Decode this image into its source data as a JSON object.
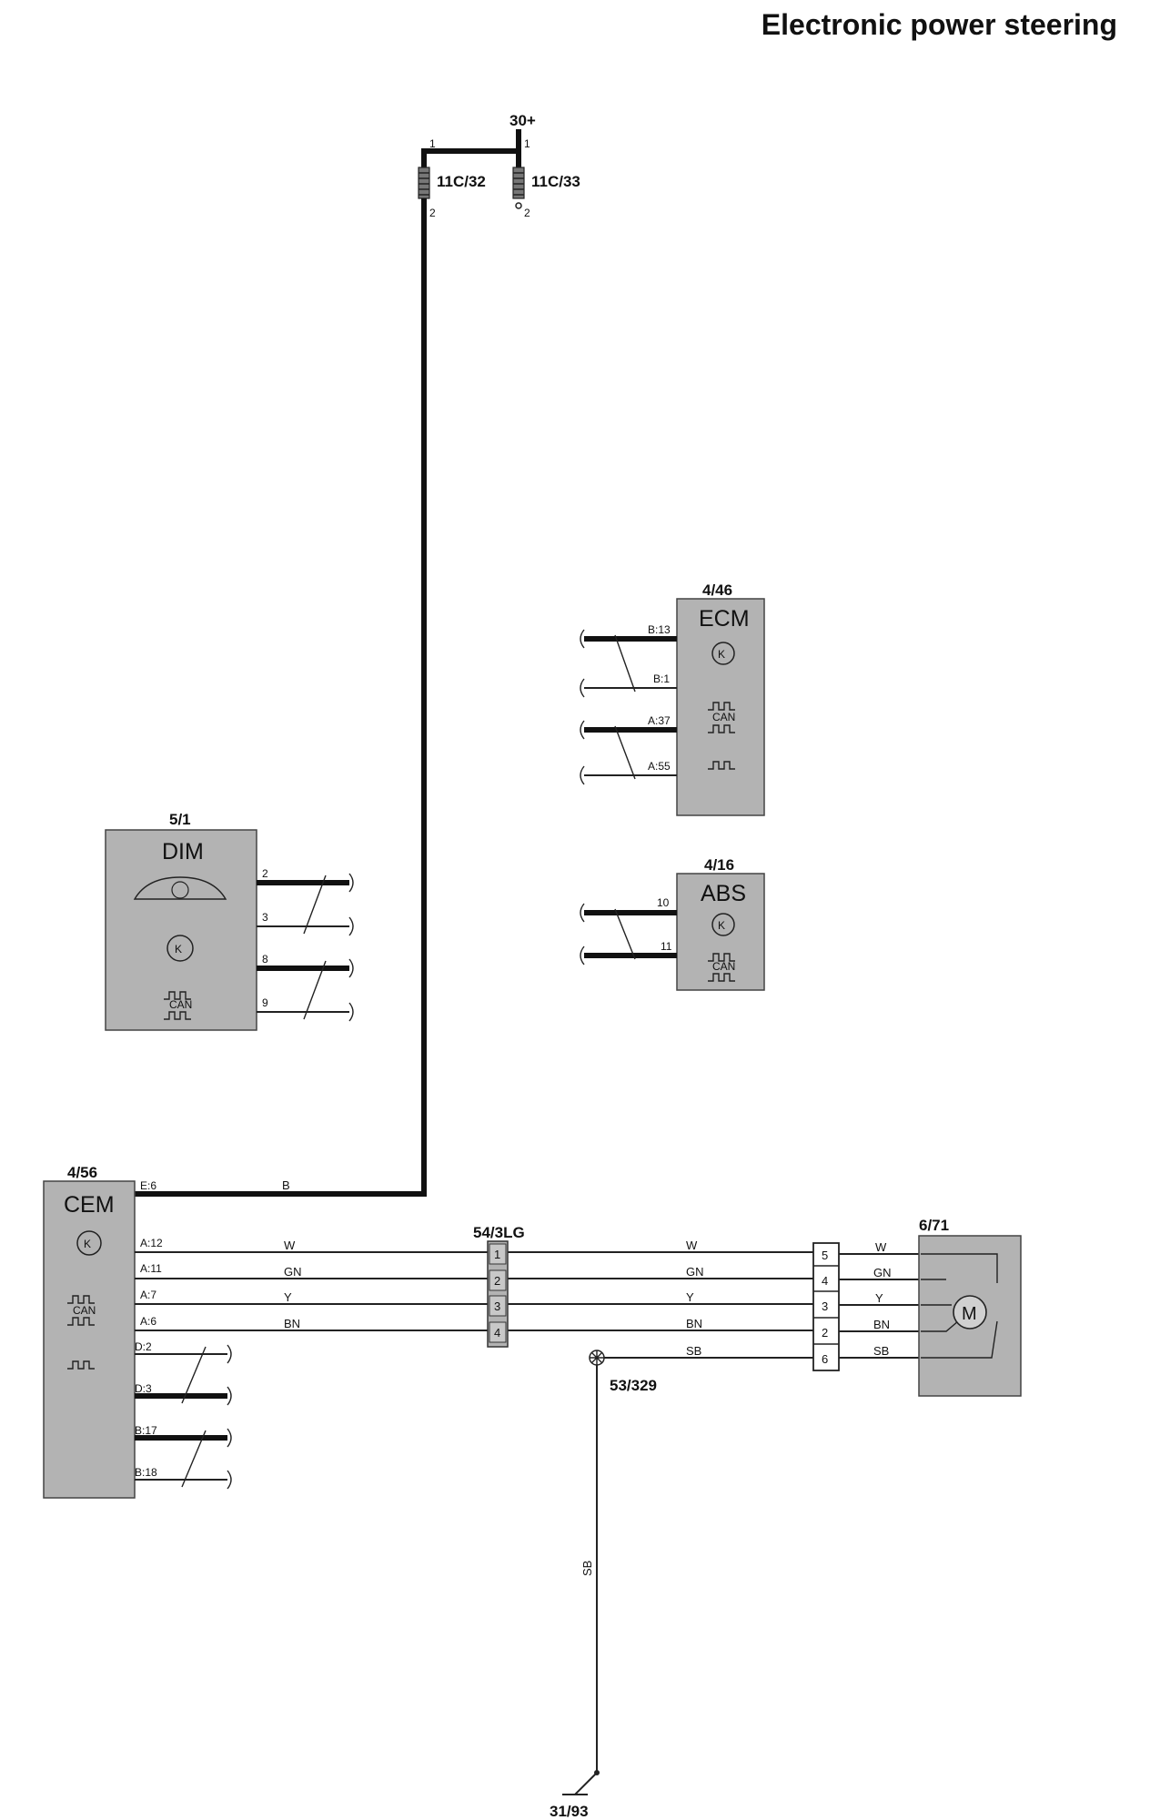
{
  "title": "Electronic power steering",
  "supply": {
    "label": "30+",
    "fuse_left": "11C/32",
    "fuse_right": "11C/33",
    "pin1": "1",
    "pin2": "2"
  },
  "ecm": {
    "id": "4/46",
    "name": "ECM",
    "pins": [
      "B:13",
      "B:1",
      "A:37",
      "A:55"
    ],
    "can": "CAN"
  },
  "abs": {
    "id": "4/16",
    "name": "ABS",
    "pins": [
      "10",
      "11"
    ],
    "can": "CAN"
  },
  "dim": {
    "id": "5/1",
    "name": "DIM",
    "pins": [
      "2",
      "3",
      "8",
      "9"
    ],
    "can": "CAN"
  },
  "cem": {
    "id": "4/56",
    "name": "CEM",
    "pins": [
      "E:6",
      "A:12",
      "A:11",
      "A:7",
      "A:6",
      "D:2",
      "D:3",
      "B:17",
      "B:18"
    ],
    "can": "CAN"
  },
  "connector": {
    "id": "54/3LG",
    "pins": [
      "1",
      "2",
      "3",
      "4"
    ]
  },
  "motor": {
    "id": "6/71",
    "symbol": "M",
    "plug_pins": [
      "5",
      "4",
      "3",
      "2",
      "6"
    ]
  },
  "ground_point": "53/329",
  "ground": "31/93",
  "wire_colors": {
    "e6": "B",
    "w1": "W",
    "w2": "GN",
    "w3": "Y",
    "w4": "BN",
    "sb": "SB"
  }
}
